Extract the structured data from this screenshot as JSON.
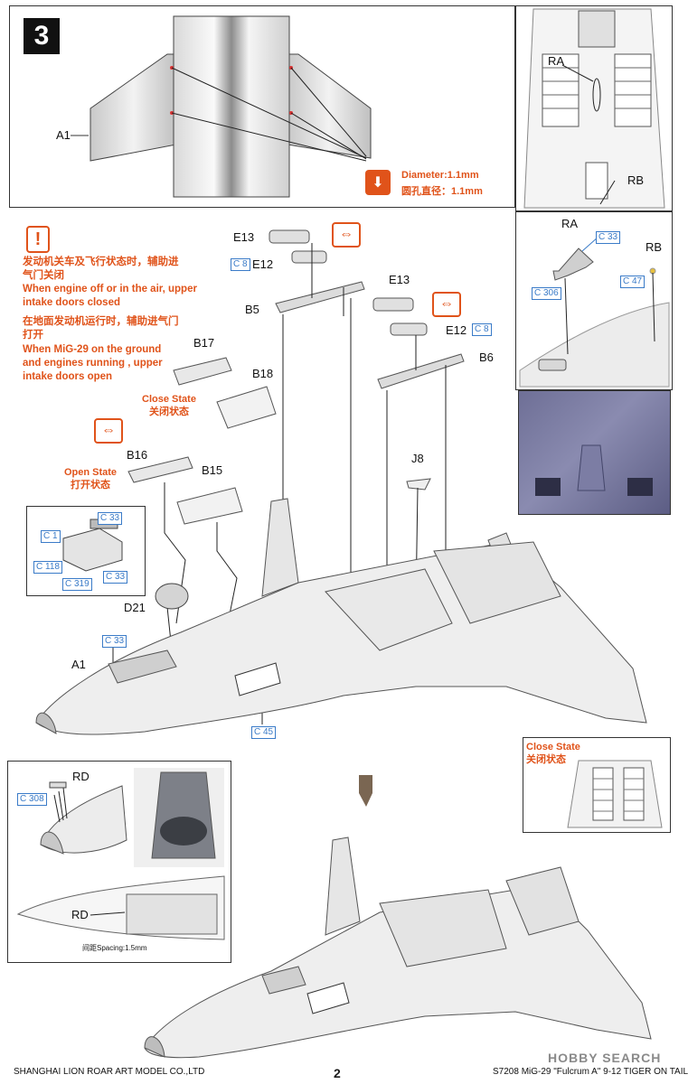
{
  "step": {
    "number": "3"
  },
  "drill": {
    "diameter_en": "Diameter:1.1mm",
    "diameter_cn": "圆孔直径：1.1mm"
  },
  "warning": {
    "cn_closed": "发动机关车及飞行状态时，辅助进气门关闭",
    "en_closed": "When engine off or in the air, upper intake doors closed",
    "cn_open": "在地面发动机运行时，辅助进气门打开",
    "en_open": "When MiG-29 on the ground and engines running , upper intake doors open"
  },
  "states": {
    "close_en": "Close State",
    "close_cn": "关闭状态",
    "open_en": "Open State",
    "open_cn": "打开状态"
  },
  "parts": {
    "A1": "A1",
    "A1b": "A1",
    "E13a": "E13",
    "E12a": "E12",
    "E13b": "E13",
    "E12b": "E12",
    "B5": "B5",
    "B6": "B6",
    "B17": "B17",
    "B18": "B18",
    "B16": "B16",
    "B15": "B15",
    "J8": "J8",
    "D21": "D21",
    "RA": "RA",
    "RA2": "RA",
    "RB": "RB",
    "RB2": "RB",
    "RD": "RD",
    "RD2": "RD"
  },
  "color_refs": {
    "c8a": "C 8",
    "c8b": "C 8",
    "c33a": "C 33",
    "c33b": "C 33",
    "c33c": "C 33",
    "c33d": "C 33",
    "c1": "C 1",
    "c118": "C 118",
    "c319": "C 319",
    "c45": "C 45",
    "c306": "C 306",
    "c47": "C 47",
    "c308": "C 308"
  },
  "spacing": "间距Spacing:1.5mm",
  "footer": {
    "left": "SHANGHAI LION ROAR ART MODEL CO.,LTD",
    "page": "2",
    "right": "S7208 MiG-29 \"Fulcrum A\" 9-12 TIGER ON TAIL",
    "watermark": "HOBBY SEARCH"
  },
  "colors": {
    "accent": "#e0531a",
    "ref_blue": "#3a7bc8"
  }
}
